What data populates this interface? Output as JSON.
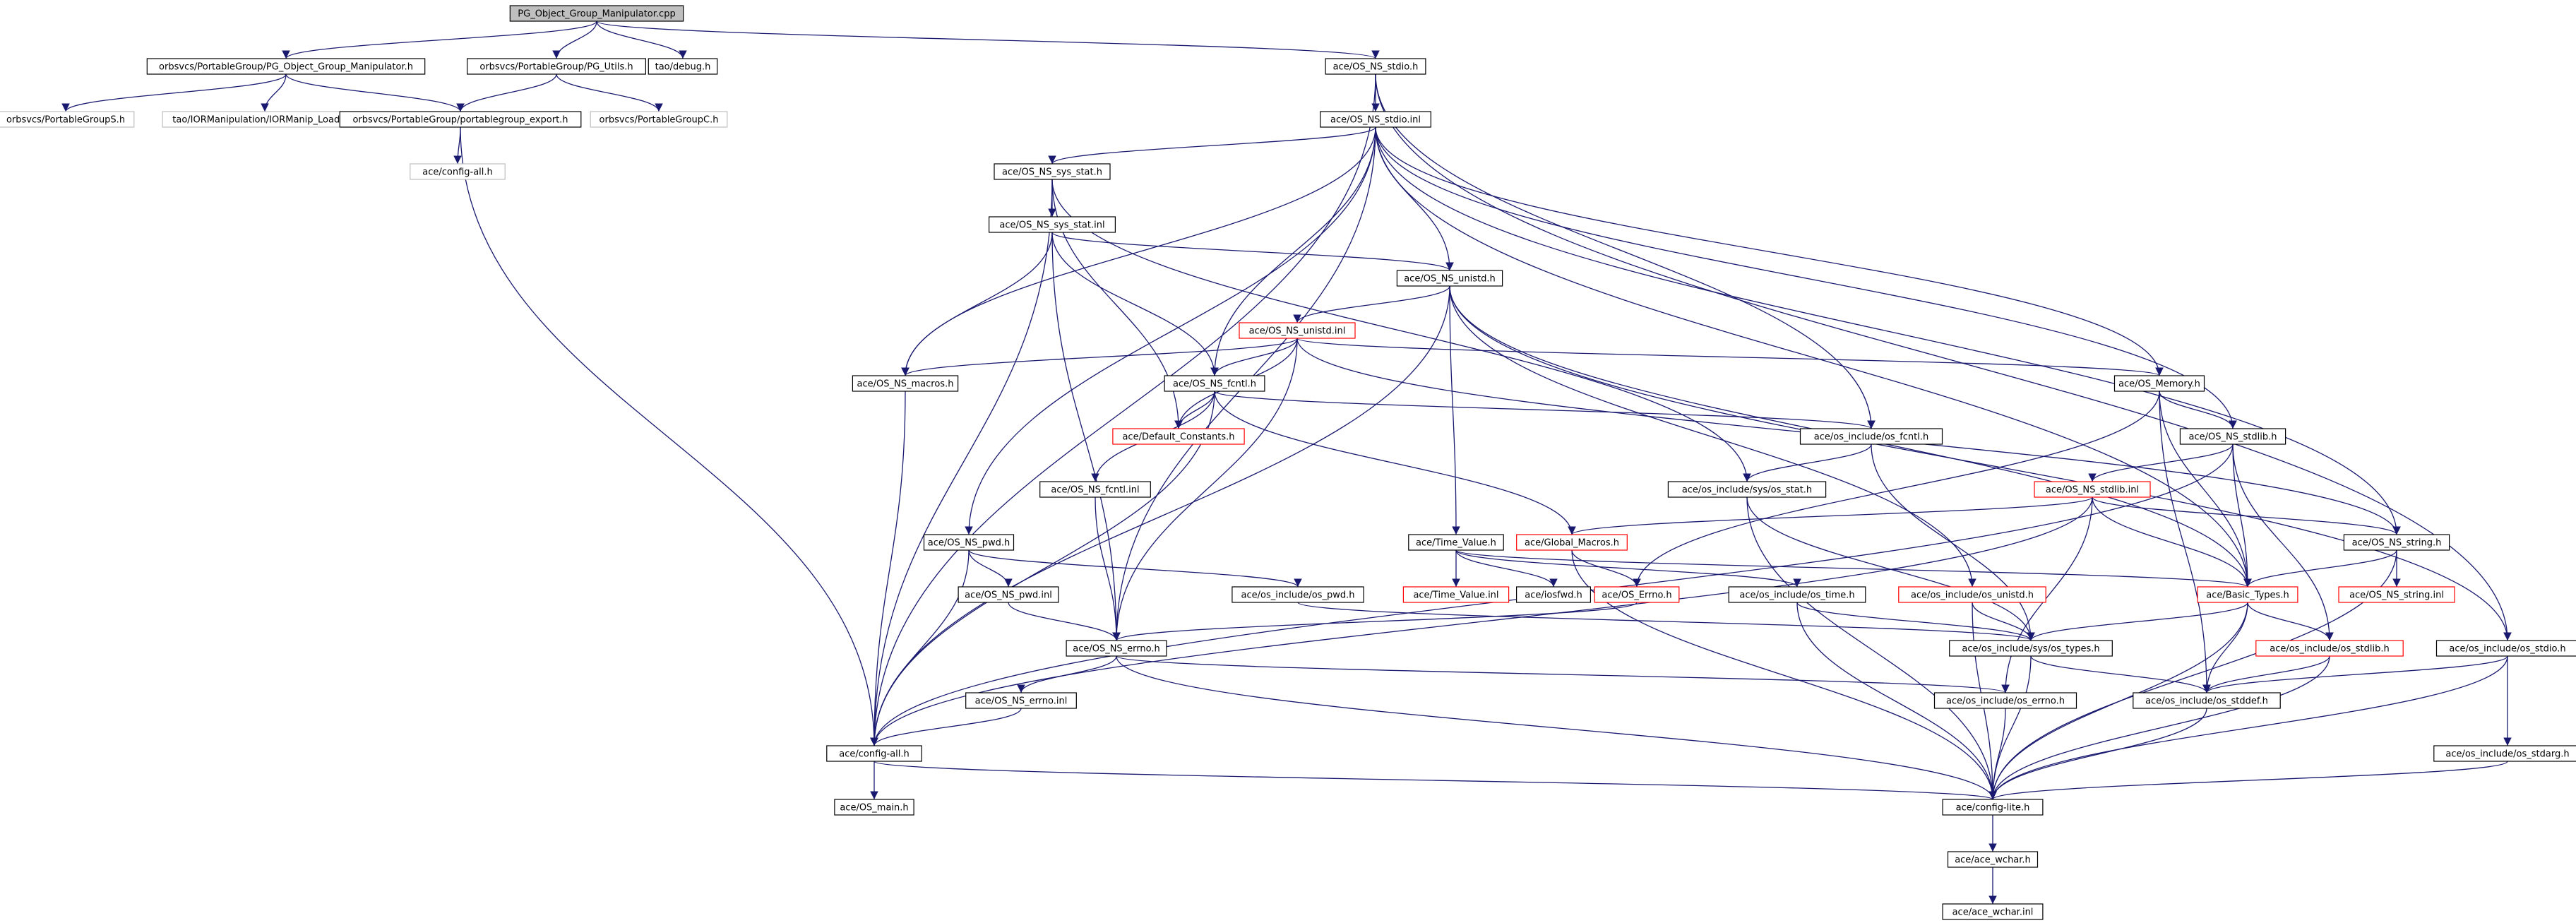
{
  "nodes": [
    {
      "id": "root",
      "label": "PG_Object_Group_Manipulator.cpp",
      "style": "root"
    },
    {
      "id": "pgogm_h",
      "label": "orbsvcs/PortableGroup/PG_Object_Group_Manipulator.h",
      "style": "black"
    },
    {
      "id": "pgutils_h",
      "label": "orbsvcs/PortableGroup/PG_Utils.h",
      "style": "black"
    },
    {
      "id": "debug_h",
      "label": "tao/debug.h",
      "style": "black"
    },
    {
      "id": "os_ns_stdio_h",
      "label": "ace/OS_NS_stdio.h",
      "style": "black"
    },
    {
      "id": "pgs_h",
      "label": "orbsvcs/PortableGroupS.h",
      "style": "grey"
    },
    {
      "id": "ior_loader_h",
      "label": "tao/IORManipulation/IORManip_Loader.h",
      "style": "grey"
    },
    {
      "id": "pg_export_h",
      "label": "orbsvcs/PortableGroup/portablegroup_export.h",
      "style": "black"
    },
    {
      "id": "pgc_h",
      "label": "orbsvcs/PortableGroupC.h",
      "style": "grey"
    },
    {
      "id": "config_all_grey",
      "label": "ace/config-all.h",
      "style": "grey"
    },
    {
      "id": "os_ns_stdio_inl",
      "label": "ace/OS_NS_stdio.inl",
      "style": "black"
    },
    {
      "id": "os_ns_sys_stat_h",
      "label": "ace/OS_NS_sys_stat.h",
      "style": "black"
    },
    {
      "id": "os_ns_sys_stat_inl",
      "label": "ace/OS_NS_sys_stat.inl",
      "style": "black"
    },
    {
      "id": "os_ns_unistd_h",
      "label": "ace/OS_NS_unistd.h",
      "style": "black"
    },
    {
      "id": "os_ns_unistd_inl",
      "label": "ace/OS_NS_unistd.inl",
      "style": "red"
    },
    {
      "id": "os_ns_macros_h",
      "label": "ace/OS_NS_macros.h",
      "style": "black"
    },
    {
      "id": "os_ns_fcntl_h",
      "label": "ace/OS_NS_fcntl.h",
      "style": "black"
    },
    {
      "id": "os_memory_h",
      "label": "ace/OS_Memory.h",
      "style": "black"
    },
    {
      "id": "default_constants_h",
      "label": "ace/Default_Constants.h",
      "style": "red"
    },
    {
      "id": "os_include_fcntl_h",
      "label": "ace/os_include/os_fcntl.h",
      "style": "black"
    },
    {
      "id": "os_ns_stdlib_h",
      "label": "ace/OS_NS_stdlib.h",
      "style": "black"
    },
    {
      "id": "os_ns_fcntl_inl",
      "label": "ace/OS_NS_fcntl.inl",
      "style": "black"
    },
    {
      "id": "sys_stat_h",
      "label": "ace/os_include/sys/os_stat.h",
      "style": "black"
    },
    {
      "id": "os_ns_stdlib_inl",
      "label": "ace/OS_NS_stdlib.inl",
      "style": "red"
    },
    {
      "id": "os_ns_pwd_h",
      "label": "ace/OS_NS_pwd.h",
      "style": "black"
    },
    {
      "id": "time_value_h",
      "label": "ace/Time_Value.h",
      "style": "black"
    },
    {
      "id": "global_macros_h",
      "label": "ace/Global_Macros.h",
      "style": "red"
    },
    {
      "id": "os_ns_string_h",
      "label": "ace/OS_NS_string.h",
      "style": "black"
    },
    {
      "id": "os_ns_pwd_inl",
      "label": "ace/OS_NS_pwd.inl",
      "style": "black"
    },
    {
      "id": "os_include_pwd_h",
      "label": "ace/os_include/os_pwd.h",
      "style": "black"
    },
    {
      "id": "time_value_inl",
      "label": "ace/Time_Value.inl",
      "style": "red"
    },
    {
      "id": "iosfwd_h",
      "label": "ace/iosfwd.h",
      "style": "black"
    },
    {
      "id": "os_errno_h",
      "label": "ace/OS_Errno.h",
      "style": "red"
    },
    {
      "id": "os_include_time_h",
      "label": "ace/os_include/os_time.h",
      "style": "black"
    },
    {
      "id": "os_include_unistd_h",
      "label": "ace/os_include/os_unistd.h",
      "style": "red"
    },
    {
      "id": "basic_types_h",
      "label": "ace/Basic_Types.h",
      "style": "red"
    },
    {
      "id": "os_ns_string_inl",
      "label": "ace/OS_NS_string.inl",
      "style": "red"
    },
    {
      "id": "os_ns_errno_h",
      "label": "ace/OS_NS_errno.h",
      "style": "black"
    },
    {
      "id": "sys_types_h",
      "label": "ace/os_include/sys/os_types.h",
      "style": "black"
    },
    {
      "id": "os_include_stdlib_h",
      "label": "ace/os_include/os_stdlib.h",
      "style": "red"
    },
    {
      "id": "os_include_stdio_h",
      "label": "ace/os_include/os_stdio.h",
      "style": "black"
    },
    {
      "id": "os_ns_errno_inl",
      "label": "ace/OS_NS_errno.inl",
      "style": "black"
    },
    {
      "id": "os_include_errno_h",
      "label": "ace/os_include/os_errno.h",
      "style": "black"
    },
    {
      "id": "os_include_stddef_h",
      "label": "ace/os_include/os_stddef.h",
      "style": "black"
    },
    {
      "id": "config_all_h",
      "label": "ace/config-all.h",
      "style": "black"
    },
    {
      "id": "os_include_stdarg_h",
      "label": "ace/os_include/os_stdarg.h",
      "style": "black"
    },
    {
      "id": "os_main_h",
      "label": "ace/OS_main.h",
      "style": "black"
    },
    {
      "id": "config_lite_h",
      "label": "ace/config-lite.h",
      "style": "black"
    },
    {
      "id": "ace_wchar_h",
      "label": "ace/ace_wchar.h",
      "style": "black"
    },
    {
      "id": "ace_wchar_inl",
      "label": "ace/ace_wchar.inl",
      "style": "black"
    }
  ],
  "edges": [
    [
      "root",
      "pgogm_h"
    ],
    [
      "root",
      "pgutils_h"
    ],
    [
      "root",
      "debug_h"
    ],
    [
      "root",
      "os_ns_stdio_h"
    ],
    [
      "pgogm_h",
      "pgs_h"
    ],
    [
      "pgogm_h",
      "ior_loader_h"
    ],
    [
      "pgogm_h",
      "pg_export_h"
    ],
    [
      "pgutils_h",
      "pg_export_h"
    ],
    [
      "pgutils_h",
      "pgc_h"
    ],
    [
      "pg_export_h",
      "config_all_grey"
    ],
    [
      "pg_export_h",
      "config_all_h"
    ],
    [
      "os_ns_stdio_h",
      "os_ns_stdio_inl"
    ],
    [
      "os_ns_stdio_h",
      "config_all_h"
    ],
    [
      "os_ns_stdio_h",
      "os_include_stdio_h"
    ],
    [
      "os_ns_stdio_h",
      "os_include_fcntl_h"
    ],
    [
      "os_ns_stdio_inl",
      "os_ns_sys_stat_h"
    ],
    [
      "os_ns_stdio_inl",
      "os_ns_unistd_h"
    ],
    [
      "os_ns_stdio_inl",
      "os_ns_macros_h"
    ],
    [
      "os_ns_stdio_inl",
      "os_ns_fcntl_h"
    ],
    [
      "os_ns_stdio_inl",
      "os_memory_h"
    ],
    [
      "os_ns_stdio_inl",
      "os_ns_stdlib_h"
    ],
    [
      "os_ns_stdio_inl",
      "os_ns_string_h"
    ],
    [
      "os_ns_stdio_inl",
      "os_ns_pwd_h"
    ],
    [
      "os_ns_stdio_inl",
      "os_ns_errno_h"
    ],
    [
      "os_ns_stdio_inl",
      "basic_types_h"
    ],
    [
      "os_ns_sys_stat_h",
      "os_ns_sys_stat_inl"
    ],
    [
      "os_ns_sys_stat_h",
      "sys_stat_h"
    ],
    [
      "os_ns_sys_stat_h",
      "config_all_h"
    ],
    [
      "os_ns_sys_stat_h",
      "default_constants_h"
    ],
    [
      "os_ns_sys_stat_inl",
      "os_ns_unistd_h"
    ],
    [
      "os_ns_sys_stat_inl",
      "os_ns_fcntl_h"
    ],
    [
      "os_ns_sys_stat_inl",
      "os_ns_macros_h"
    ],
    [
      "os_ns_sys_stat_inl",
      "os_ns_errno_h"
    ],
    [
      "os_ns_unistd_h",
      "os_ns_unistd_inl"
    ],
    [
      "os_ns_unistd_h",
      "time_value_h"
    ],
    [
      "os_ns_unistd_h",
      "basic_types_h"
    ],
    [
      "os_ns_unistd_h",
      "os_include_unistd_h"
    ],
    [
      "os_ns_unistd_h",
      "config_all_h"
    ],
    [
      "os_ns_unistd_h",
      "os_include_stdio_h"
    ],
    [
      "os_ns_unistd_inl",
      "os_ns_macros_h"
    ],
    [
      "os_ns_unistd_inl",
      "os_ns_fcntl_h"
    ],
    [
      "os_ns_unistd_inl",
      "os_memory_h"
    ],
    [
      "os_ns_unistd_inl",
      "default_constants_h"
    ],
    [
      "os_ns_unistd_inl",
      "os_ns_errno_h"
    ],
    [
      "os_ns_unistd_inl",
      "os_ns_string_h"
    ],
    [
      "os_ns_macros_h",
      "config_all_h"
    ],
    [
      "os_ns_fcntl_h",
      "default_constants_h"
    ],
    [
      "os_ns_fcntl_h",
      "os_include_fcntl_h"
    ],
    [
      "os_ns_fcntl_h",
      "os_ns_fcntl_inl"
    ],
    [
      "os_ns_fcntl_h",
      "global_macros_h"
    ],
    [
      "os_ns_fcntl_h",
      "config_all_h"
    ],
    [
      "os_memory_h",
      "os_ns_stdlib_h"
    ],
    [
      "os_memory_h",
      "basic_types_h"
    ],
    [
      "os_memory_h",
      "os_include_stddef_h"
    ],
    [
      "os_memory_h",
      "os_errno_h"
    ],
    [
      "os_include_fcntl_h",
      "sys_stat_h"
    ],
    [
      "os_include_fcntl_h",
      "sys_types_h"
    ],
    [
      "os_ns_stdlib_h",
      "os_ns_stdlib_inl"
    ],
    [
      "os_ns_stdlib_h",
      "basic_types_h"
    ],
    [
      "os_ns_stdlib_h",
      "os_include_stdlib_h"
    ],
    [
      "os_ns_stdlib_h",
      "config_all_h"
    ],
    [
      "os_ns_fcntl_inl",
      "os_ns_errno_h"
    ],
    [
      "sys_stat_h",
      "sys_types_h"
    ],
    [
      "sys_stat_h",
      "config_lite_h"
    ],
    [
      "os_ns_stdlib_inl",
      "os_ns_string_h"
    ],
    [
      "os_ns_stdlib_inl",
      "global_macros_h"
    ],
    [
      "os_ns_stdlib_inl",
      "os_include_errno_h"
    ],
    [
      "os_ns_stdlib_inl",
      "basic_types_h"
    ],
    [
      "os_ns_stdlib_inl",
      "config_all_h"
    ],
    [
      "os_ns_pwd_h",
      "os_ns_pwd_inl"
    ],
    [
      "os_ns_pwd_h",
      "os_include_pwd_h"
    ],
    [
      "os_ns_pwd_h",
      "config_all_h"
    ],
    [
      "time_value_h",
      "time_value_inl"
    ],
    [
      "time_value_h",
      "iosfwd_h"
    ],
    [
      "time_value_h",
      "os_include_time_h"
    ],
    [
      "time_value_h",
      "basic_types_h"
    ],
    [
      "global_macros_h",
      "os_errno_h"
    ],
    [
      "global_macros_h",
      "config_lite_h"
    ],
    [
      "os_ns_string_h",
      "basic_types_h"
    ],
    [
      "os_ns_string_h",
      "os_ns_string_inl"
    ],
    [
      "os_ns_string_h",
      "config_lite_h"
    ],
    [
      "os_ns_pwd_inl",
      "os_ns_errno_h"
    ],
    [
      "os_include_pwd_h",
      "sys_types_h"
    ],
    [
      "os_errno_h",
      "os_ns_errno_h"
    ],
    [
      "os_include_time_h",
      "sys_types_h"
    ],
    [
      "os_include_time_h",
      "config_lite_h"
    ],
    [
      "os_include_unistd_h",
      "sys_types_h"
    ],
    [
      "os_include_unistd_h",
      "config_lite_h"
    ],
    [
      "basic_types_h",
      "sys_types_h"
    ],
    [
      "basic_types_h",
      "os_include_stdlib_h"
    ],
    [
      "basic_types_h",
      "os_include_stddef_h"
    ],
    [
      "basic_types_h",
      "config_lite_h"
    ],
    [
      "os_ns_errno_h",
      "os_ns_errno_inl"
    ],
    [
      "os_ns_errno_h",
      "os_include_errno_h"
    ],
    [
      "os_ns_errno_h",
      "config_lite_h"
    ],
    [
      "sys_types_h",
      "os_include_stddef_h"
    ],
    [
      "sys_types_h",
      "config_lite_h"
    ],
    [
      "os_include_stdlib_h",
      "os_include_stddef_h"
    ],
    [
      "os_include_stdlib_h",
      "config_lite_h"
    ],
    [
      "os_include_stdio_h",
      "os_include_stddef_h"
    ],
    [
      "os_include_stdio_h",
      "os_include_stdarg_h"
    ],
    [
      "os_include_stdio_h",
      "config_lite_h"
    ],
    [
      "os_ns_errno_inl",
      "config_all_h"
    ],
    [
      "os_include_errno_h",
      "config_lite_h"
    ],
    [
      "os_include_stddef_h",
      "config_lite_h"
    ],
    [
      "config_all_h",
      "os_main_h"
    ],
    [
      "config_all_h",
      "config_lite_h"
    ],
    [
      "os_include_stdarg_h",
      "config_lite_h"
    ],
    [
      "config_lite_h",
      "ace_wchar_h"
    ],
    [
      "ace_wchar_h",
      "ace_wchar_inl"
    ]
  ],
  "colors": {
    "edge": "#191970",
    "border": "#000000",
    "grey_border": "#bfbfbf",
    "red_border": "#ff0000",
    "root_fill": "#bfbfbf"
  }
}
